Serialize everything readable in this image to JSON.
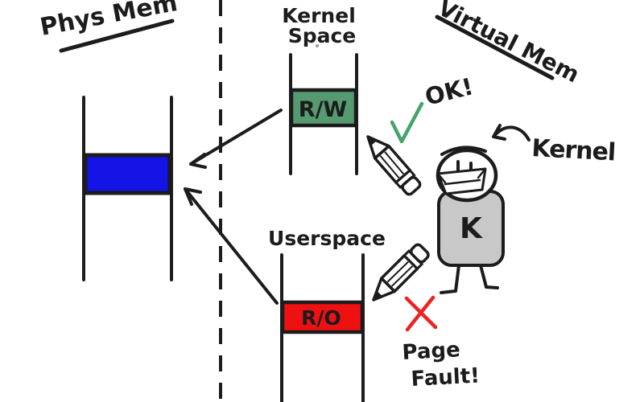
{
  "labels": {
    "phys_mem": "Phys Mem",
    "kernel_space_line1": "Kernel",
    "kernel_space_line2": "Space",
    "virtual_mem": "Virtual Mem",
    "userspace": "Userspace",
    "kernel_page_permission": "R/W",
    "user_page_permission": "R/O",
    "write_ok": "OK!",
    "kernel_character": "Kernel",
    "kernel_initial": "K",
    "page_fault_line1": "Page",
    "page_fault_line2": "Fault!"
  },
  "colors": {
    "ink": "#1c1c1c",
    "phys_page_blue": "#1414e6",
    "kernel_page_green": "#569a71",
    "user_page_red": "#ee1111",
    "ok_salmon": "#e86a6a",
    "check_green": "#46a36c",
    "fault_red": "#ee2222",
    "kernel_body_gray": "#c8c8c8"
  }
}
